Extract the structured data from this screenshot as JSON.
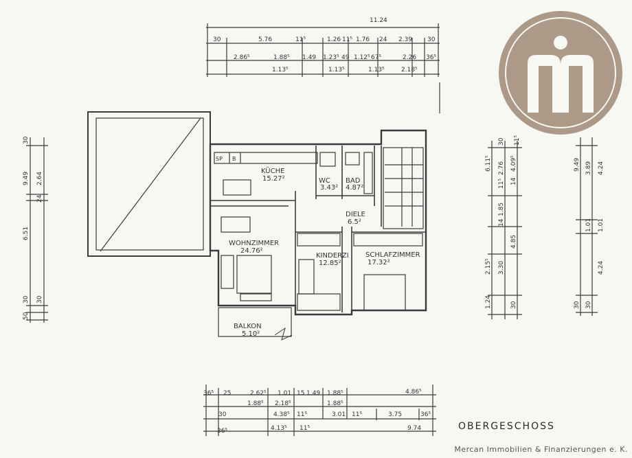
{
  "title": "OBERGESCHOSS",
  "company": "Mercan Immobilien & Finanzierungen e. K.",
  "colors": {
    "logo": "#ac9987",
    "line": "#3a3a3a",
    "paper": "#f7f7f4"
  },
  "rooms": [
    {
      "id": "kueche",
      "name": "KÜCHE",
      "area": "15.27²"
    },
    {
      "id": "wc",
      "name": "WC",
      "area": "3.43²"
    },
    {
      "id": "bad",
      "name": "BAD",
      "area": "4.87²"
    },
    {
      "id": "diele",
      "name": "DIELE",
      "area": "6.5²"
    },
    {
      "id": "wohnzimmer",
      "name": "WOHNZIMMER",
      "area": "24.76²"
    },
    {
      "id": "kinderzi",
      "name": "KINDERZI",
      "area": "12.85²"
    },
    {
      "id": "schlafzimmer",
      "name": "SCHLAFZIMMER",
      "area": "17.32²"
    },
    {
      "id": "balkon",
      "name": "BALKON",
      "area": "5.10²"
    }
  ],
  "furniture": {
    "sp": "SP",
    "b": "B"
  },
  "dims": {
    "top_total": "11.24",
    "top_row1": [
      "30",
      "5.76",
      "11⁵",
      "1.26",
      "11⁵",
      "1.76",
      "24",
      "2.39",
      "30"
    ],
    "top_row2": [
      "2.86⁵",
      "1.88⁵",
      "1.49",
      "1.23⁵",
      "49",
      "1.12⁵",
      "67⁵",
      "2.26",
      "36⁵"
    ],
    "top_row3": [
      "1.13⁵",
      "1.13⁵",
      "1.13⁵",
      "2.18⁵"
    ],
    "left": [
      "30",
      "9.49",
      "2.64",
      "6.51",
      "24",
      "30",
      "30",
      "50"
    ],
    "right1": [
      "6.11⁵",
      "2.76",
      "11⁵",
      "4.09⁵",
      "14",
      "1.85",
      "14",
      "4.85",
      "2.15⁵",
      "3.30",
      "1.24",
      "30",
      "30",
      "11⁵"
    ],
    "right2": [
      "9.49",
      "3.89",
      "4.24",
      "1.01",
      "1.01",
      "4.24",
      "30",
      "30"
    ],
    "bottom_row1": [
      "36⁵",
      "25",
      "2.62⁵",
      "1.01",
      "15",
      "1.49",
      "1.88⁵",
      "4.86⁵"
    ],
    "bottom_row2": [
      "1.88⁵",
      "2.18⁵",
      "1.88⁵"
    ],
    "bottom_row3": [
      "30",
      "4.38⁵",
      "11⁵",
      "3.01",
      "11⁵",
      "3.75",
      "36⁵"
    ],
    "bottom_row4": [
      "36⁵",
      "4.13⁵",
      "11⁵",
      "9.74"
    ]
  }
}
